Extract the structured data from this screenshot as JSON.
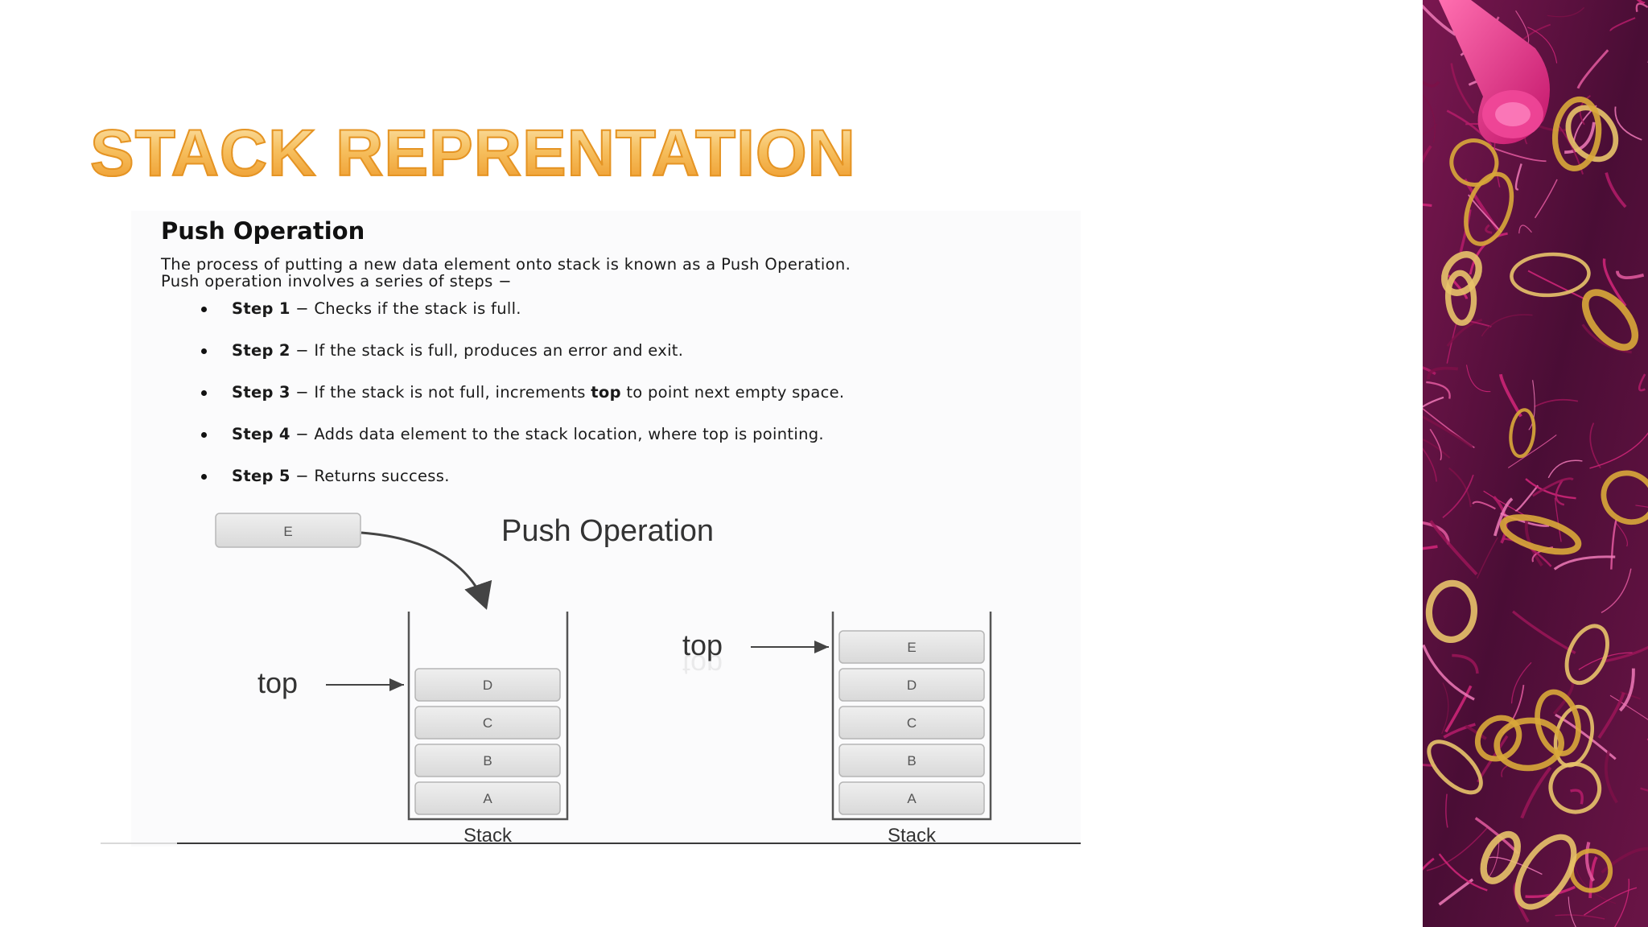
{
  "slide": {
    "title": "STACK REPRENTATION",
    "heading": "Push Operation",
    "intro_lines": [
      "The process of putting a new data element onto stack is known as a Push Operation.",
      "Push operation involves a series of steps −"
    ],
    "steps": [
      {
        "label": "Step 1",
        "sep": " − ",
        "text": "Checks if the stack is full."
      },
      {
        "label": "Step 2",
        "sep": " − ",
        "text": "If the stack is full, produces an error and exit."
      },
      {
        "label": "Step 3",
        "sep": " − ",
        "text_before": "If the stack is not full, increments ",
        "bold": "top",
        "text_after": " to point next empty space."
      },
      {
        "label": "Step 4",
        "sep": " − ",
        "text": "Adds data element to the stack location, where top is pointing."
      },
      {
        "label": "Step 5",
        "sep": " − ",
        "text": "Returns success."
      }
    ],
    "diagram": {
      "title": "Push Operation",
      "new_element": "E",
      "top_label": "top",
      "stack_label": "Stack",
      "before_stack": [
        "D",
        "C",
        "B",
        "A"
      ],
      "after_stack": [
        "E",
        "D",
        "C",
        "B",
        "A"
      ]
    }
  },
  "decor": {
    "description_icon": "party-ribbons-image",
    "colors": {
      "background": "#5a1040",
      "ribbon_pink": "#d4267a",
      "ribbon_gold": "#d9a93a",
      "horn": "#ec2d83"
    }
  }
}
